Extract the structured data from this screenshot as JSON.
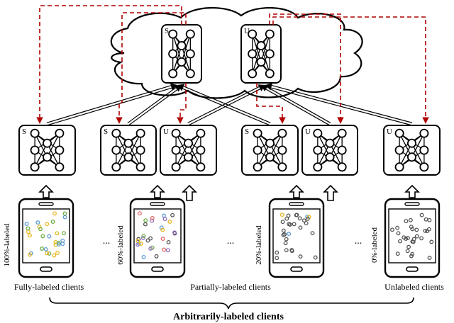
{
  "server": {
    "models": [
      {
        "tag": "S"
      },
      {
        "tag": "U"
      }
    ]
  },
  "clients": [
    {
      "label": "100%-labeled",
      "models": [
        "S"
      ],
      "dots": "labeled"
    },
    {
      "label": "60%-labeled",
      "models": [
        "S",
        "U"
      ],
      "dots": "mixed60"
    },
    {
      "label": "20%-labeled",
      "models": [
        "S",
        "U"
      ],
      "dots": "mixed20"
    },
    {
      "label": "0%-labeled",
      "models": [
        "U"
      ],
      "dots": "unlabeled"
    }
  ],
  "ellipsis": "...",
  "groups": {
    "fully": "Fully-labeled clients",
    "partially": "Partially-labeled clients",
    "unlabeled": "Unlabeled clients"
  },
  "caption": "Arbitrarily-labeled clients",
  "colors": {
    "dashed_arrow": "#b00000",
    "stroke": "#000000",
    "class_colors": [
      "#e8b820",
      "#5b9bd5",
      "#70ad47",
      "#e06666",
      "#8e6bbf"
    ],
    "unlabeled_dot": "#555555"
  }
}
